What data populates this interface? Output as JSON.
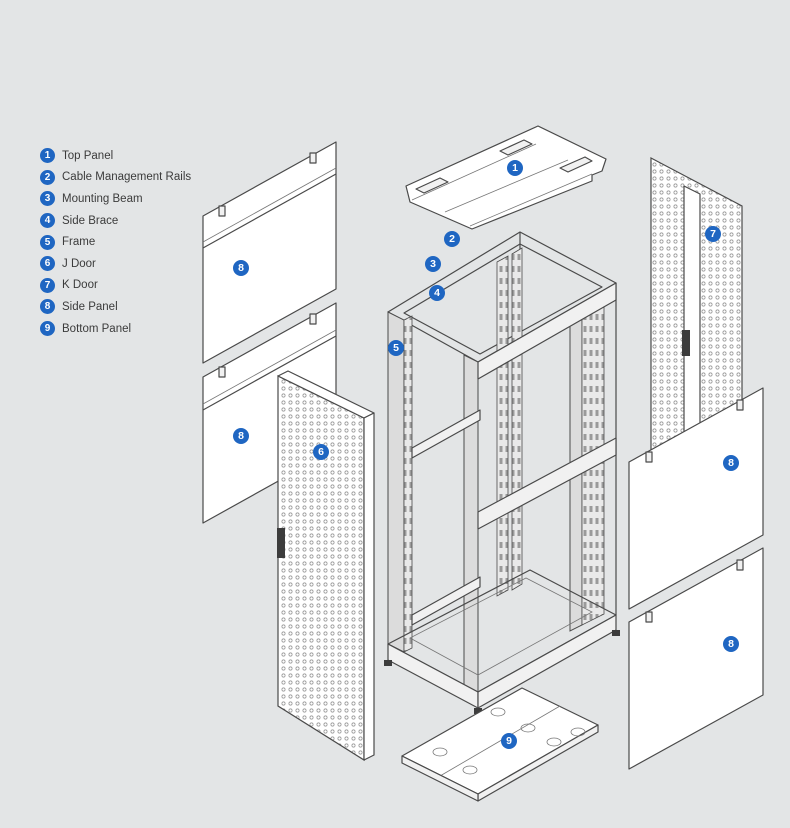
{
  "legend": [
    {
      "num": "1",
      "label": "Top Panel"
    },
    {
      "num": "2",
      "label": "Cable Management Rails"
    },
    {
      "num": "3",
      "label": "Mounting Beam"
    },
    {
      "num": "4",
      "label": "Side Brace"
    },
    {
      "num": "5",
      "label": "Frame"
    },
    {
      "num": "6",
      "label": "J Door"
    },
    {
      "num": "7",
      "label": "K Door"
    },
    {
      "num": "8",
      "label": "Side Panel"
    },
    {
      "num": "9",
      "label": "Bottom Panel"
    }
  ],
  "callouts": {
    "top_panel": "1",
    "cable_rails": "2",
    "mounting_beam": "3",
    "side_brace": "4",
    "frame": "5",
    "j_door": "6",
    "k_door": "7",
    "side_panel_left_upper": "8",
    "side_panel_left_lower": "8",
    "side_panel_right_upper": "8",
    "side_panel_right_lower": "8",
    "bottom_panel": "9"
  },
  "colors": {
    "callout_fill": "#1f66c2",
    "callout_text": "#ffffff",
    "background": "#e3e5e6",
    "line": "#4a4a4a",
    "legend_text": "#3b3b3b"
  }
}
